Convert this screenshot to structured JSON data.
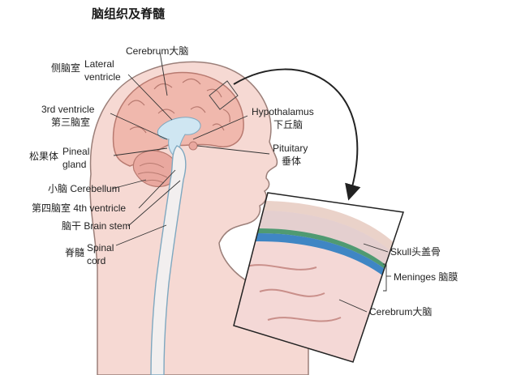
{
  "title": "脑组织及脊髓",
  "labels": {
    "cerebrum_top": "Cerebrum大脑",
    "lateral_ventricle_cn": "侧脑室",
    "lateral_ventricle_en_1": "Lateral",
    "lateral_ventricle_en_2": "ventricle",
    "third_ventricle_en": "3rd ventricle",
    "third_ventricle_cn": "第三脑室",
    "pineal_cn": "松果体",
    "pineal_en_1": "Pineal",
    "pineal_en_2": "gland",
    "cerebellum": "小脑 Cerebellum",
    "fourth_ventricle": "第四脑室 4th ventricle",
    "brain_stem": "脑干 Brain stem",
    "spinal_cn": "脊髓",
    "spinal_en_1": "Spinal",
    "spinal_en_2": "cord",
    "hypothalamus_en": "Hypothalamus",
    "hypothalamus_cn": "下丘脑",
    "pituitary_en": "Pituitary",
    "pituitary_cn": "垂体",
    "skull": "Skull头盖骨",
    "meninges": "Meninges 脑膜",
    "cerebrum_inset": "Cerebrum大脑"
  },
  "colors": {
    "skin": "#f6d9d3",
    "skin_outline": "#9b7f79",
    "brain": "#f0b8ad",
    "ventricle": "#cfe6f2",
    "bone": "#ead2c9",
    "meninges_green": "#4f9a72",
    "meninges_blue": "#3f86c4",
    "arrow": "#222222"
  }
}
